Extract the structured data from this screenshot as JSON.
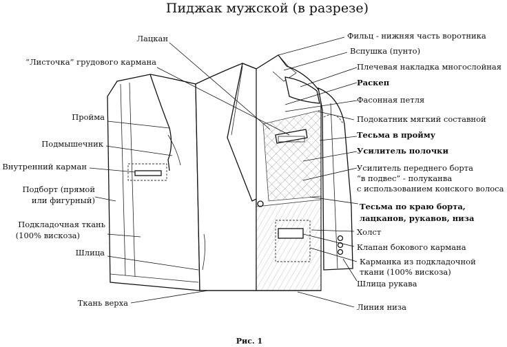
{
  "title": "Пиджак мужской (в разрезе)",
  "caption": "Рис. 1",
  "labels_left": [
    "Лацкан",
    "“Листочка” грудового кармана",
    "Пройма",
    "Подмышечник",
    "Внутренний карман",
    "Подборт (прямой",
    "или фигурный)",
    "Подкладочная ткань",
    "(100% вискоза)",
    "Шлица",
    "Ткань верха"
  ],
  "labels_right": [
    "Фильц - нижняя часть воротника",
    "Вспушка (пунто)",
    "Плечевая накладка многослойная",
    "Раскеп",
    "Фасонная петля",
    "Подокатник мягкий составной",
    "Тесьма в пройму",
    "Усилитель полочки",
    "Усилитель переднего борта",
    "“в подвес” - полуканва",
    "с использованием конского волоса",
    "Тесьма по краю борта,",
    "лацканов, рукавов, низа",
    "Холст",
    "Клапан бокового кармана",
    "Карманка из подкладочной",
    "ткани (100% вискоза)",
    "Шлица рукава",
    "Линия низа"
  ]
}
